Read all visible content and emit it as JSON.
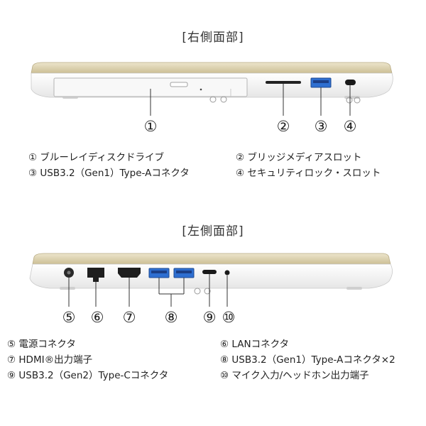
{
  "right_side": {
    "heading": "[右側面部]",
    "callouts": [
      "①",
      "②",
      "③",
      "④"
    ],
    "legend": [
      {
        "num": "①",
        "label": "ブルーレイディスクドライブ"
      },
      {
        "num": "②",
        "label": "ブリッジメディアスロット"
      },
      {
        "num": "③",
        "label": "USB3.2（Gen1）Type-Aコネクタ"
      },
      {
        "num": "④",
        "label": "セキュリティロック・スロット"
      }
    ]
  },
  "left_side": {
    "heading": "[左側面部]",
    "callouts": [
      "⑤",
      "⑥",
      "⑦",
      "⑧",
      "⑨",
      "⑩"
    ],
    "legend": [
      {
        "num": "⑤",
        "label": "電源コネクタ"
      },
      {
        "num": "⑥",
        "label": "LANコネクタ"
      },
      {
        "num": "⑦",
        "label": "HDMI®出力端子"
      },
      {
        "num": "⑧",
        "label": "USB3.2（Gen1）Type-Aコネクタ×2"
      },
      {
        "num": "⑨",
        "label": "USB3.2（Gen2）Type-Cコネクタ"
      },
      {
        "num": "⑩",
        "label": "マイク入力/ヘッドホン出力端子"
      }
    ]
  },
  "colors": {
    "lid_gold": "#d9cfae",
    "body_white": "#f4f4f4",
    "usb_blue": "#2e6fd1",
    "port_dark": "#222222"
  }
}
